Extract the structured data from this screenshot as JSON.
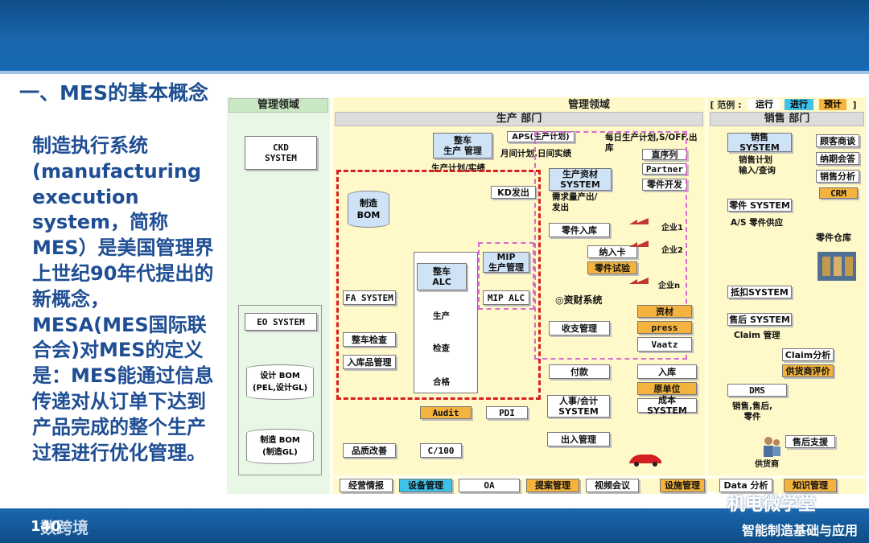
{
  "slide": {
    "title": "一、MES的基本概念",
    "body": "制造执行系统(manufacturing execution system，简称MES）是美国管理界上世纪90年代提出的新概念，MESA(MES国际联合会)对MES的定义是：MES能通过信息传递对从订单下达到产品完成的整个生产过程进行优化管理。"
  },
  "footer": {
    "logo": "数跨境",
    "page": "140",
    "caption": "智能制造基础与应用",
    "watermark": "机电微学堂"
  },
  "diagram": {
    "left_header": "管理领域",
    "mid_header": "管理领域",
    "legend_label": "[ 范例 :",
    "legend": [
      "运行",
      "进行",
      "预计"
    ],
    "legend_end": "]",
    "dept_production": "生产  部门",
    "dept_sales": "销售  部门",
    "left": {
      "ckd": "CKD\nSYSTEM",
      "eo": "EO SYSTEM",
      "design_bom": "设计 BOM\n(PEL,设计GL)",
      "mfg_bom": "制造 BOM\n(制造GL)"
    },
    "mid": {
      "vehicle_plan": "整车\n生产 管理",
      "aps": "APS(生产计划)",
      "monthly": "月间计划,日间实绩",
      "plan_actual": "生产计划/实绩",
      "daily": "每日生产计划,S/OFF,出库",
      "sequence": "直序列",
      "partner": "Partner",
      "parts_dev": "零件开发",
      "mfg_bom": "制造\nBOM",
      "kd": "KD发出",
      "material_sys": "生产资材\nSYSTEM",
      "demand": "需求量产出/\n发出",
      "parts_in": "零件入库",
      "firm1": "企业1",
      "firm2": "企业2",
      "firmn": "企业n",
      "kanban": "纳入卡",
      "parts_test": "零件试验",
      "fa": "FA SYSTEM",
      "vehicle_alc": "整车\nALC",
      "produce": "生产",
      "inspect": "检查",
      "pass": "合格",
      "mip_mgmt": "MIP\n生产管理",
      "mip_alc": "MIP ALC",
      "material_system": "◎资财系统",
      "vehicle_check": "整车检查",
      "warehouse_mgmt": "入库品管理",
      "receipt_mgmt": "收支管理",
      "zicai": "资材",
      "press": "press",
      "vaatz": "Vaatz",
      "payment": "付款",
      "stock_in": "入库",
      "cost_unit": "原单位",
      "audit": "Audit",
      "pdi": "PDI",
      "hr": "人事/会计\nSYSTEM",
      "cost_sys": "成本 SYSTEM",
      "in_out": "出入管理",
      "quality": "品质改善",
      "c100": "C/100"
    },
    "right": {
      "sales_sys": "销售\nSYSTEM",
      "sales_plan": "销售计划\n输入/查询",
      "customer": "顾客商谈",
      "order": "纳期会答",
      "analysis": "销售分析",
      "crm": "CRM",
      "parts_sys": "零件 SYSTEM",
      "as_supply": "A/S 零件供应",
      "parts_wh": "零件仓库",
      "mortgage": "抵扣SYSTEM",
      "aftersales": "售后 SYSTEM",
      "claim_mgmt": "Claim 管理",
      "claim_analysis": "Claim分析",
      "supplier_eval": "供货商评价",
      "dms": "DMS",
      "dms_desc": "销售,售后,\n零件",
      "after_support": "售后支援",
      "supplier": "供货商"
    },
    "bottom_bar": [
      "经营情报",
      "设备管理",
      "OA",
      "提案管理",
      "视频会议",
      "设施管理",
      "Data 分析",
      "知识管理"
    ]
  },
  "colors": {
    "header_blue": "#1a67ad",
    "title_blue": "#1d4f91",
    "panel_yellow": "#fff9c9",
    "panel_green": "#e9f7e6",
    "running": "#ffffff",
    "in_progress": "#3fc1ea",
    "planned": "#f3b33e",
    "dashed_red": "#d62020",
    "dashed_pink": "#d86ad0"
  }
}
